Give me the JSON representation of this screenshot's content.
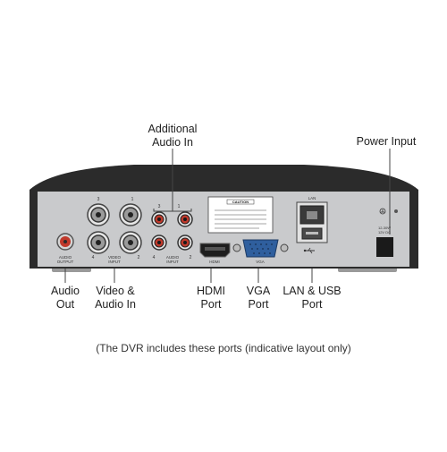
{
  "callouts": {
    "additional_audio_in": [
      "Additional",
      "Audio In"
    ],
    "power_input": [
      "Power Input"
    ],
    "audio_out": [
      "Audio",
      "Out"
    ],
    "video_audio_in": [
      "Video &",
      "Audio In"
    ],
    "hdmi_port": [
      "HDMI",
      "Port"
    ],
    "vga_port": [
      "VGA",
      "Port"
    ],
    "lan_usb_port": [
      "LAN & USB",
      "Port"
    ]
  },
  "panel_labels": {
    "audio_output": [
      "AUDIO",
      "OUTPUT"
    ],
    "video_input": [
      "VIDEO",
      "INPUT"
    ],
    "audio_input": [
      "AUDIO",
      "INPUT"
    ],
    "hdmi": "HDMI",
    "vga": "VGA",
    "lan": "LAN",
    "caution": "CAUTION",
    "power_rating": [
      "12-30W",
      "12V DC"
    ],
    "channel_numbers": [
      "3",
      "1",
      "4",
      "2"
    ]
  },
  "caption": "(The DVR includes these ports (indicative layout only)",
  "colors": {
    "case_dark": "#2b2b2b",
    "panel_gray": "#c9cacc",
    "rca_red": "#c0392b",
    "vga_blue": "#2f5f9e"
  }
}
